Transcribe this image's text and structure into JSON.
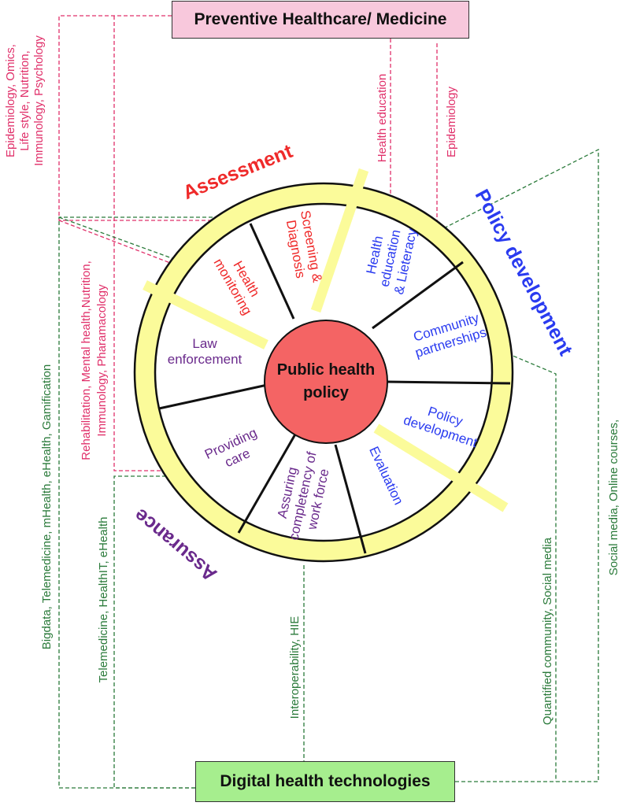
{
  "top_box": "Preventive Healthcare/ Medicine",
  "bottom_box": "Digital health technologies",
  "center": [
    "Public health",
    "policy"
  ],
  "categories": {
    "assessment": "Assessment",
    "policy_development": "Policy development",
    "assurance": "Assurance"
  },
  "segments": {
    "health_monitoring": [
      "Health",
      "monitoring"
    ],
    "screening": [
      "Screening &",
      "Diagnosis"
    ],
    "health_education": [
      "Health",
      "education",
      "& Lieteracy"
    ],
    "community": [
      "Community",
      "partnerships"
    ],
    "policy_development": [
      "Policy",
      "development"
    ],
    "evaluation": [
      "Evaluation"
    ],
    "workforce": [
      "Assuring",
      "completency of",
      "work force"
    ],
    "providing_care": [
      "Providing",
      "care"
    ],
    "law": [
      "Law",
      "enforcement"
    ]
  },
  "side_labels": {
    "preventive_fields": [
      "Epidemiology,  Omics,",
      "Life style, Nutrition,",
      "Immunology, Psychology"
    ],
    "health_education": "Health education",
    "epidemiology": "Epidemiology",
    "rehab": [
      "Rehabilitation, Mental health,Nutrition,",
      "Immunology,  Pharamacology"
    ],
    "bigdata": "Bigdata,  Telemedicine, mHealth, eHealth, Gamification",
    "telemedicine": "Telemedicine, HealthIT, eHealth",
    "interoperability": "Interoperability, HIE",
    "quantified": "Quantified community, Social media",
    "social_media": "Social media, Online courses,"
  },
  "colors": {
    "red": "#ef2a2a",
    "blue": "#2a3bf0",
    "purple": "#6a2a8c",
    "pink": "#e0306a",
    "green": "#2a7a3a",
    "ring": "#fbfb9a",
    "center": "#f46464"
  }
}
